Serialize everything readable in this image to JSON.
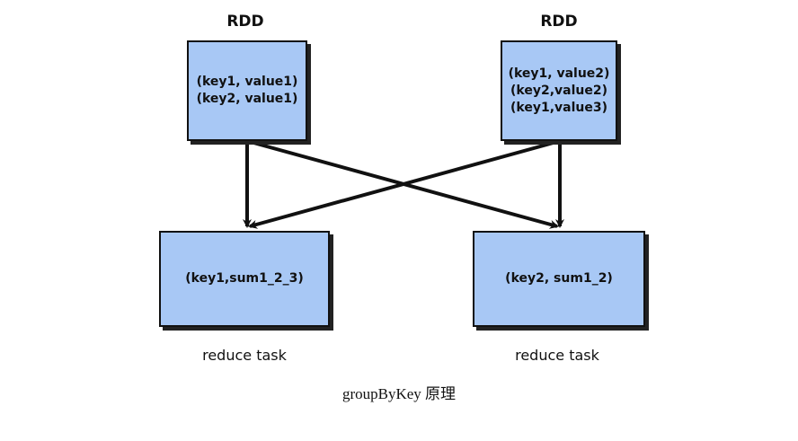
{
  "diagram": {
    "rdd_left": {
      "title": "RDD",
      "lines": [
        "(key1, value1)",
        "(key2, value1)"
      ]
    },
    "rdd_right": {
      "title": "RDD",
      "lines": [
        "(key1, value2)",
        "(key2,value2)",
        "(key1,value3)"
      ]
    },
    "reduce_left": {
      "content": "(key1,sum1_2_3)",
      "label": "reduce task"
    },
    "reduce_right": {
      "content": "(key2, sum1_2)",
      "label": "reduce task"
    },
    "caption": "groupByKey 原理",
    "colors": {
      "box_fill": "#a8c8f5",
      "stroke": "#111111"
    },
    "edges": [
      {
        "from": "rdd_left",
        "to": "reduce_left"
      },
      {
        "from": "rdd_left",
        "to": "reduce_right"
      },
      {
        "from": "rdd_right",
        "to": "reduce_left"
      },
      {
        "from": "rdd_right",
        "to": "reduce_right"
      }
    ]
  }
}
